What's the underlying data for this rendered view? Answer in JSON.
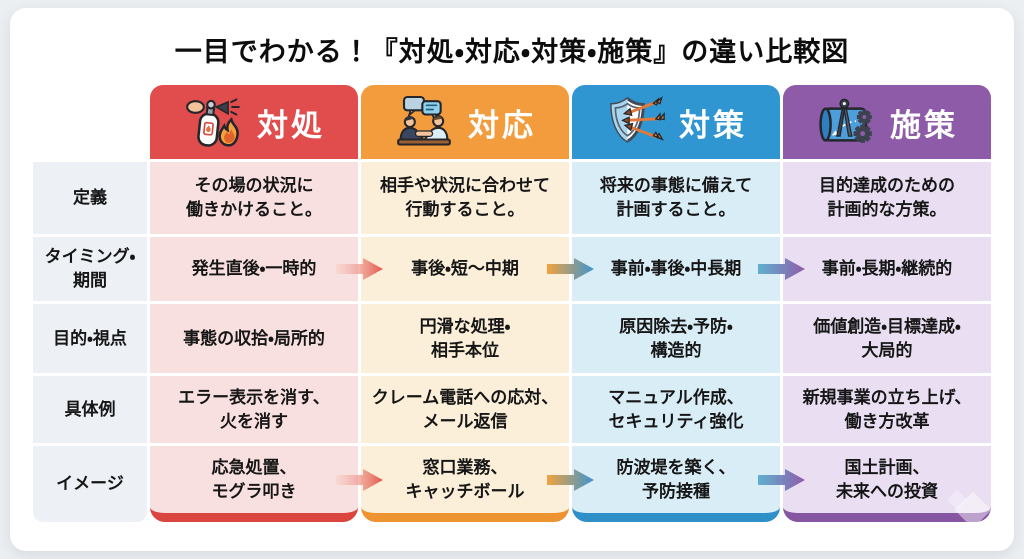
{
  "title": "一目でわかる！『対処・対応・対策・施策』の違い比較図",
  "colors": {
    "taisho_accent": "#E14C4C",
    "taisho_tint": "#F9E0E0",
    "taiou_accent": "#F39C3D",
    "taiou_tint": "#FCEFD9",
    "taisaku_accent": "#2F96D2",
    "taisaku_tint": "#D9EDF7",
    "shisaku_accent": "#8E5BA8",
    "shisaku_tint": "#EADFF2"
  },
  "columns": [
    {
      "label": "対処",
      "icon": "fire-extinguisher-icon"
    },
    {
      "label": "対応",
      "icon": "handshake-icon"
    },
    {
      "label": "対策",
      "icon": "shield-arrows-icon"
    },
    {
      "label": "施策",
      "icon": "blueprint-compass-icon"
    }
  ],
  "rows": [
    {
      "header": "定義",
      "cells": [
        "その場の状況に\n働きかけること。",
        "相手や状況に合わせて\n行動すること。",
        "将来の事態に備えて\n計画すること。",
        "目的達成のための\n計画的な方策。"
      ]
    },
    {
      "header": "タイミング・\n期間",
      "cells": [
        "発生直後・一時的",
        "事後・短〜中期",
        "事前・事後・中長期",
        "事前・長期・継続的"
      ],
      "has_arrows": true
    },
    {
      "header": "目的・視点",
      "cells": [
        "事態の収拾・局所的",
        "円滑な処理・\n相手本位",
        "原因除去・予防・\n構造的",
        "価値創造・目標達成・\n大局的"
      ]
    },
    {
      "header": "具体例",
      "cells": [
        "エラー表示を消す、\n火を消す",
        "クレーム電話への応対、\nメール返信",
        "マニュアル作成、\nセキュリティ強化",
        "新規事業の立ち上げ、\n働き方改革"
      ]
    },
    {
      "header": "イメージ",
      "cells": [
        "応急処置、\nモグラ叩き",
        "窓口業務、\nキャッチボール",
        "防波堤を築く、\n予防接種",
        "国土計画、\n未来への投資"
      ],
      "has_arrows": true
    }
  ]
}
